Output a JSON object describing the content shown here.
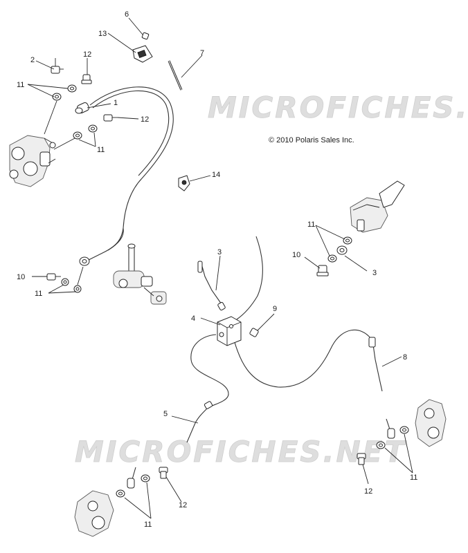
{
  "copyright": "© 2010 Polaris Sales Inc.",
  "watermark": "MICROFICHES.NET",
  "callouts": {
    "c1": "1",
    "c2": "2",
    "c3a": "3",
    "c3b": "3",
    "c4": "4",
    "c5": "5",
    "c6": "6",
    "c7": "7",
    "c8": "8",
    "c9": "9",
    "c10a": "10",
    "c10b": "10",
    "c11a": "11",
    "c11b": "11",
    "c11c": "11",
    "c11d": "11",
    "c11e": "11",
    "c11f": "11",
    "c12a": "12",
    "c12b": "12",
    "c12c": "12",
    "c12d": "12",
    "c13": "13",
    "c14": "14"
  }
}
